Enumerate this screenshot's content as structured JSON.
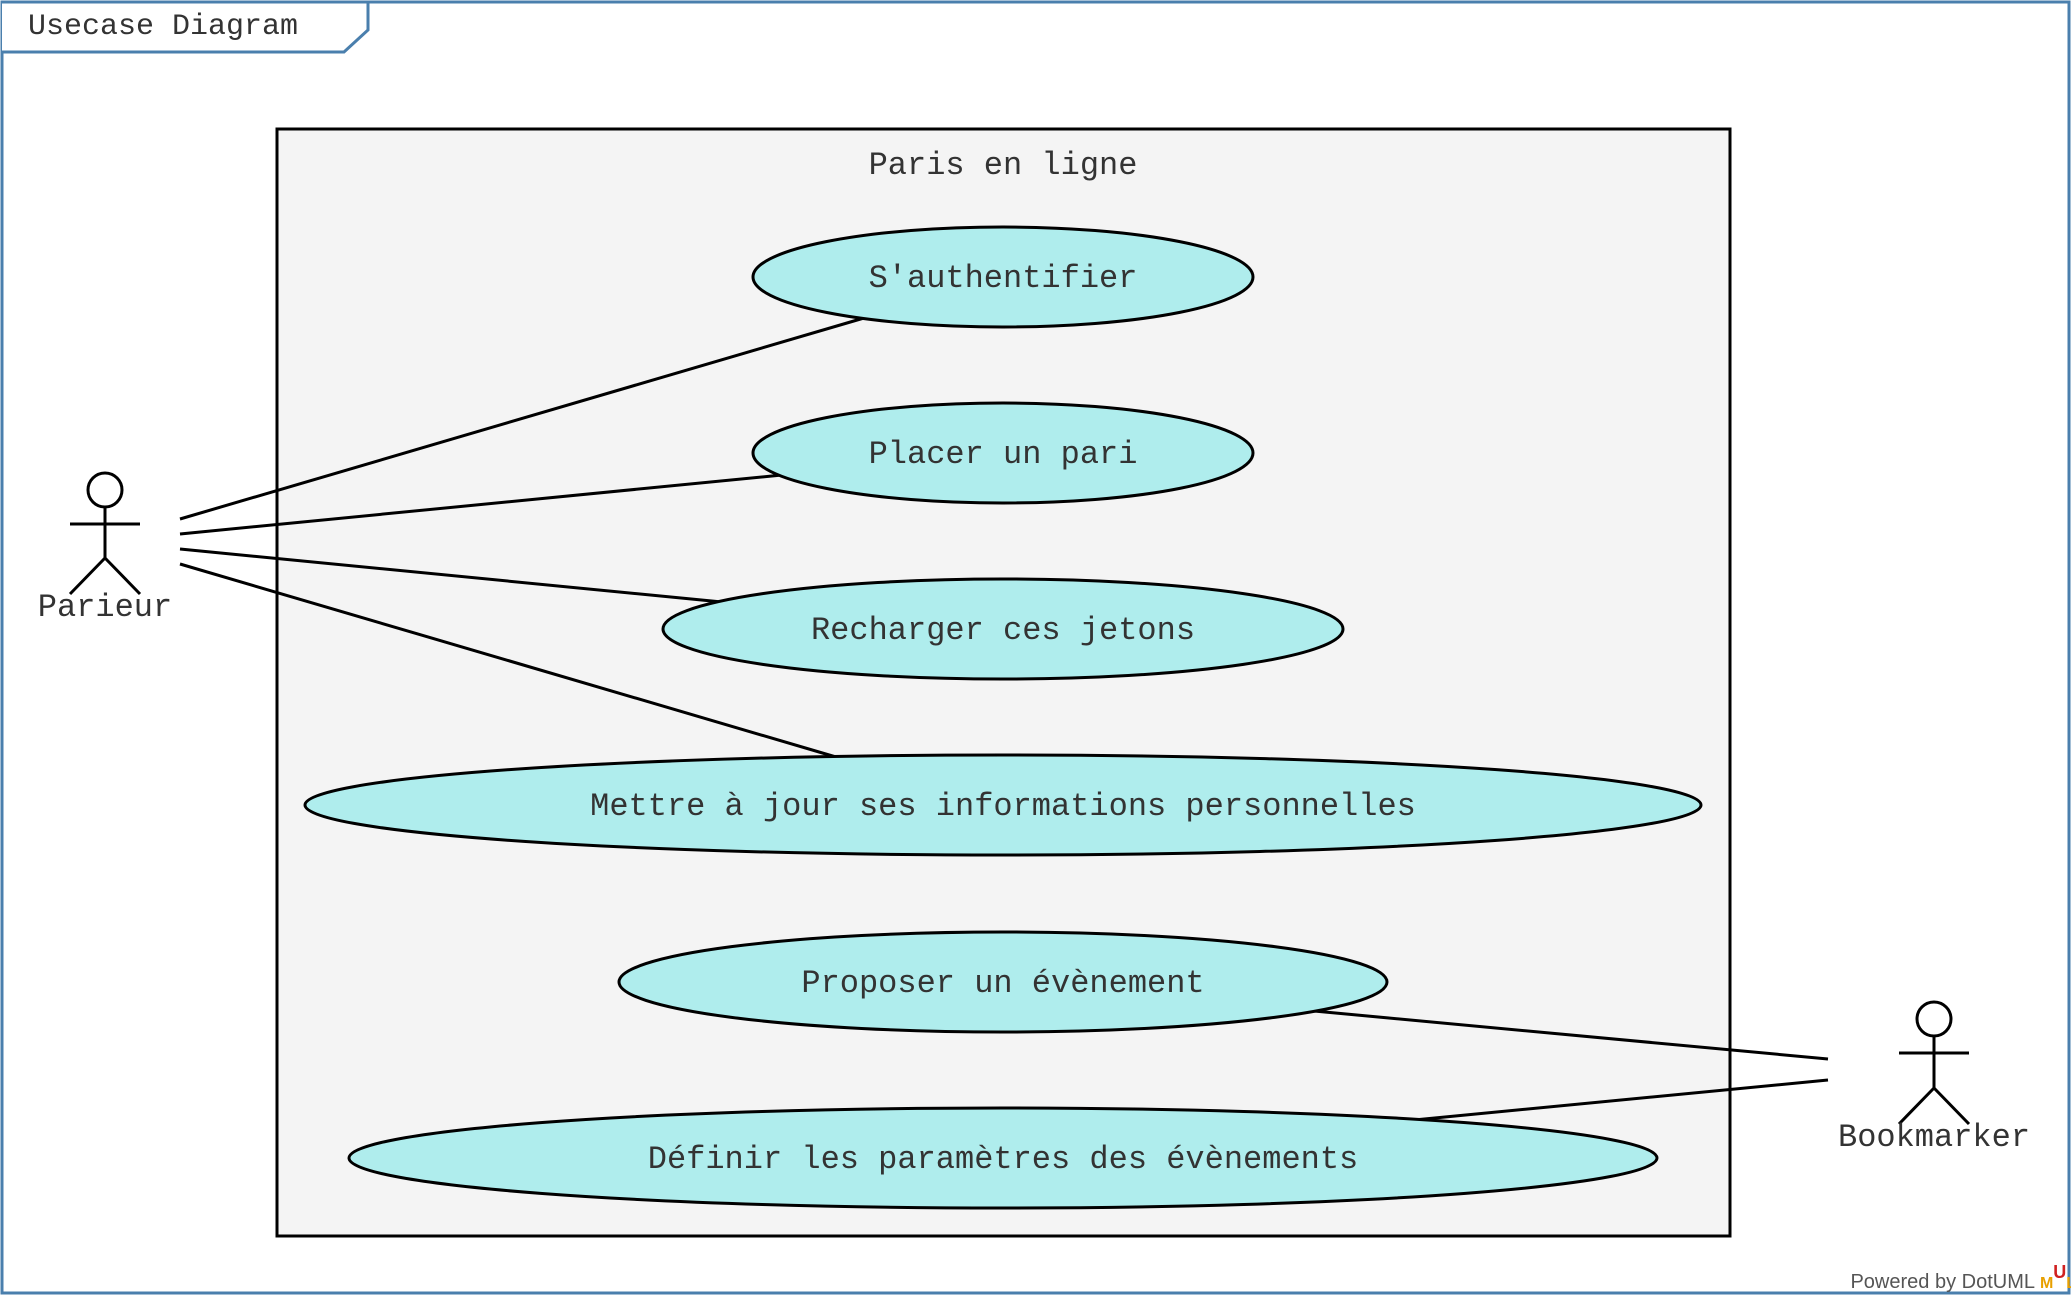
{
  "diagram": {
    "frame_title": "Usecase Diagram",
    "system": {
      "title": "Paris en ligne"
    },
    "actors": [
      {
        "id": "parieur",
        "label": "Parieur"
      },
      {
        "id": "bookmarker",
        "label": "Bookmarker"
      }
    ],
    "use_cases": [
      {
        "id": "auth",
        "label": "S'authentifier"
      },
      {
        "id": "pari",
        "label": "Placer un pari"
      },
      {
        "id": "jetons",
        "label": "Recharger ces jetons"
      },
      {
        "id": "infos",
        "label": "Mettre à jour ses informations personnelles"
      },
      {
        "id": "proposer",
        "label": "Proposer un évènement"
      },
      {
        "id": "definir",
        "label": "Définir les paramètres des évènements"
      }
    ],
    "associations": [
      {
        "actor": "parieur",
        "use_case": "auth"
      },
      {
        "actor": "parieur",
        "use_case": "pari"
      },
      {
        "actor": "parieur",
        "use_case": "jetons"
      },
      {
        "actor": "parieur",
        "use_case": "infos"
      },
      {
        "actor": "bookmarker",
        "use_case": "proposer"
      },
      {
        "actor": "bookmarker",
        "use_case": "definir"
      }
    ],
    "colors": {
      "frame_border": "#4a7fad",
      "system_fill": "#f4f4f4",
      "use_case_fill": "#afeded",
      "stroke": "#000000",
      "text": "#333333"
    }
  },
  "footer": {
    "powered_by": "Powered by DotUML",
    "logo_text": "UML"
  }
}
